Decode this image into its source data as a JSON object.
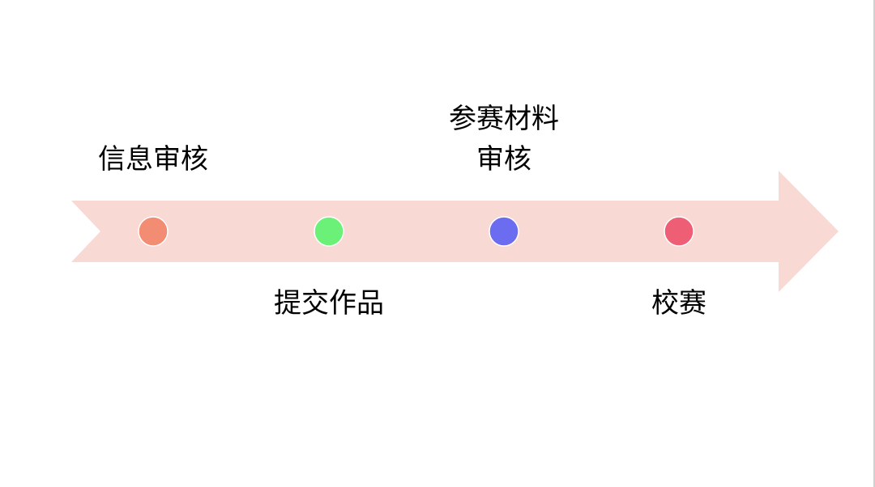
{
  "colors": {
    "arrow": "#F8D9D4",
    "dot_stroke": "#ffffff"
  },
  "steps": [
    {
      "label": "信息审核",
      "position": "above",
      "color": "#F28C72"
    },
    {
      "label": "提交作品",
      "position": "below",
      "color": "#6CF178"
    },
    {
      "label": "参赛材料审核",
      "position": "above",
      "color": "#6B6CF0"
    },
    {
      "label": "校赛",
      "position": "below",
      "color": "#EE5F75"
    }
  ]
}
